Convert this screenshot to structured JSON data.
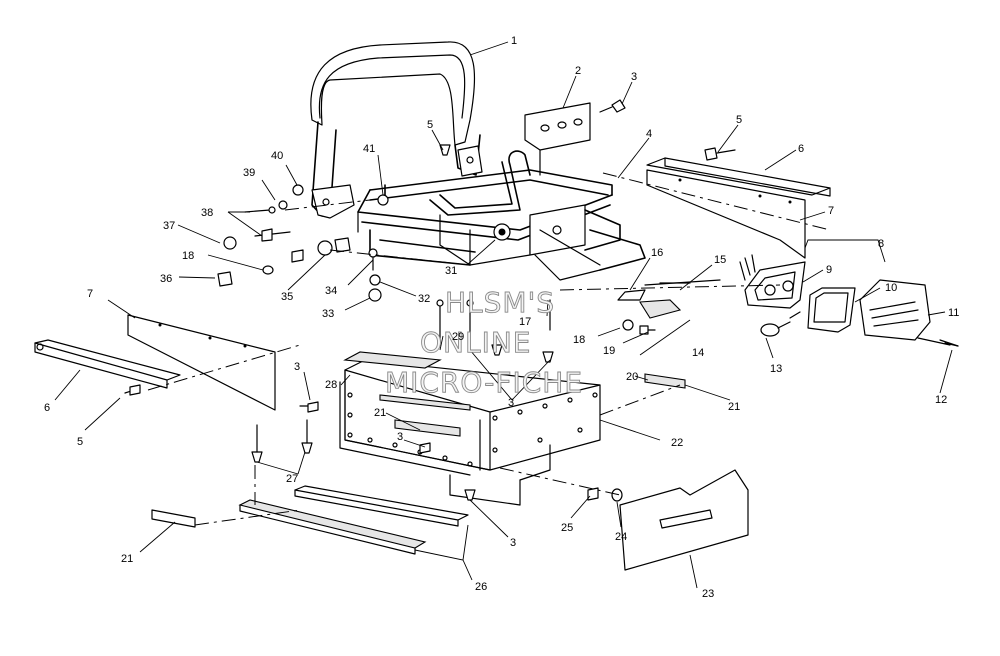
{
  "watermark": [
    "HLSM'S",
    "ONLINE",
    "MICRO-FICHE"
  ],
  "callouts": {
    "c1": "1",
    "c2": "2",
    "c3a": "3",
    "c4": "4",
    "c5a": "5",
    "c5b": "5",
    "c6a": "6",
    "c7a": "7",
    "c8": "8",
    "c9": "9",
    "c10": "10",
    "c11": "11",
    "c12": "12",
    "c13": "13",
    "c14": "14",
    "c15": "15",
    "c16": "16",
    "c17": "17",
    "c18a": "18",
    "c18b": "18",
    "c19": "19",
    "c20": "20",
    "c21a": "21",
    "c21b": "21",
    "c21c": "21",
    "c22": "22",
    "c23": "23",
    "c24": "24",
    "c25": "25",
    "c26": "26",
    "c27": "27",
    "c28": "28",
    "c29": "29",
    "c3b": "3",
    "c3c": "3",
    "c3d": "3",
    "c3e": "3",
    "c31": "31",
    "c32": "32",
    "c33": "33",
    "c34": "34",
    "c35": "35",
    "c36": "36",
    "c37": "37",
    "c38": "38",
    "c39": "39",
    "c40": "40",
    "c41": "41",
    "c5c": "5",
    "c6b": "6",
    "c7b": "7"
  },
  "colors": {
    "ink": "#000000",
    "paper": "#ffffff",
    "shade": "#e6e6e6",
    "watermark_stroke": "#8a8a8a"
  }
}
